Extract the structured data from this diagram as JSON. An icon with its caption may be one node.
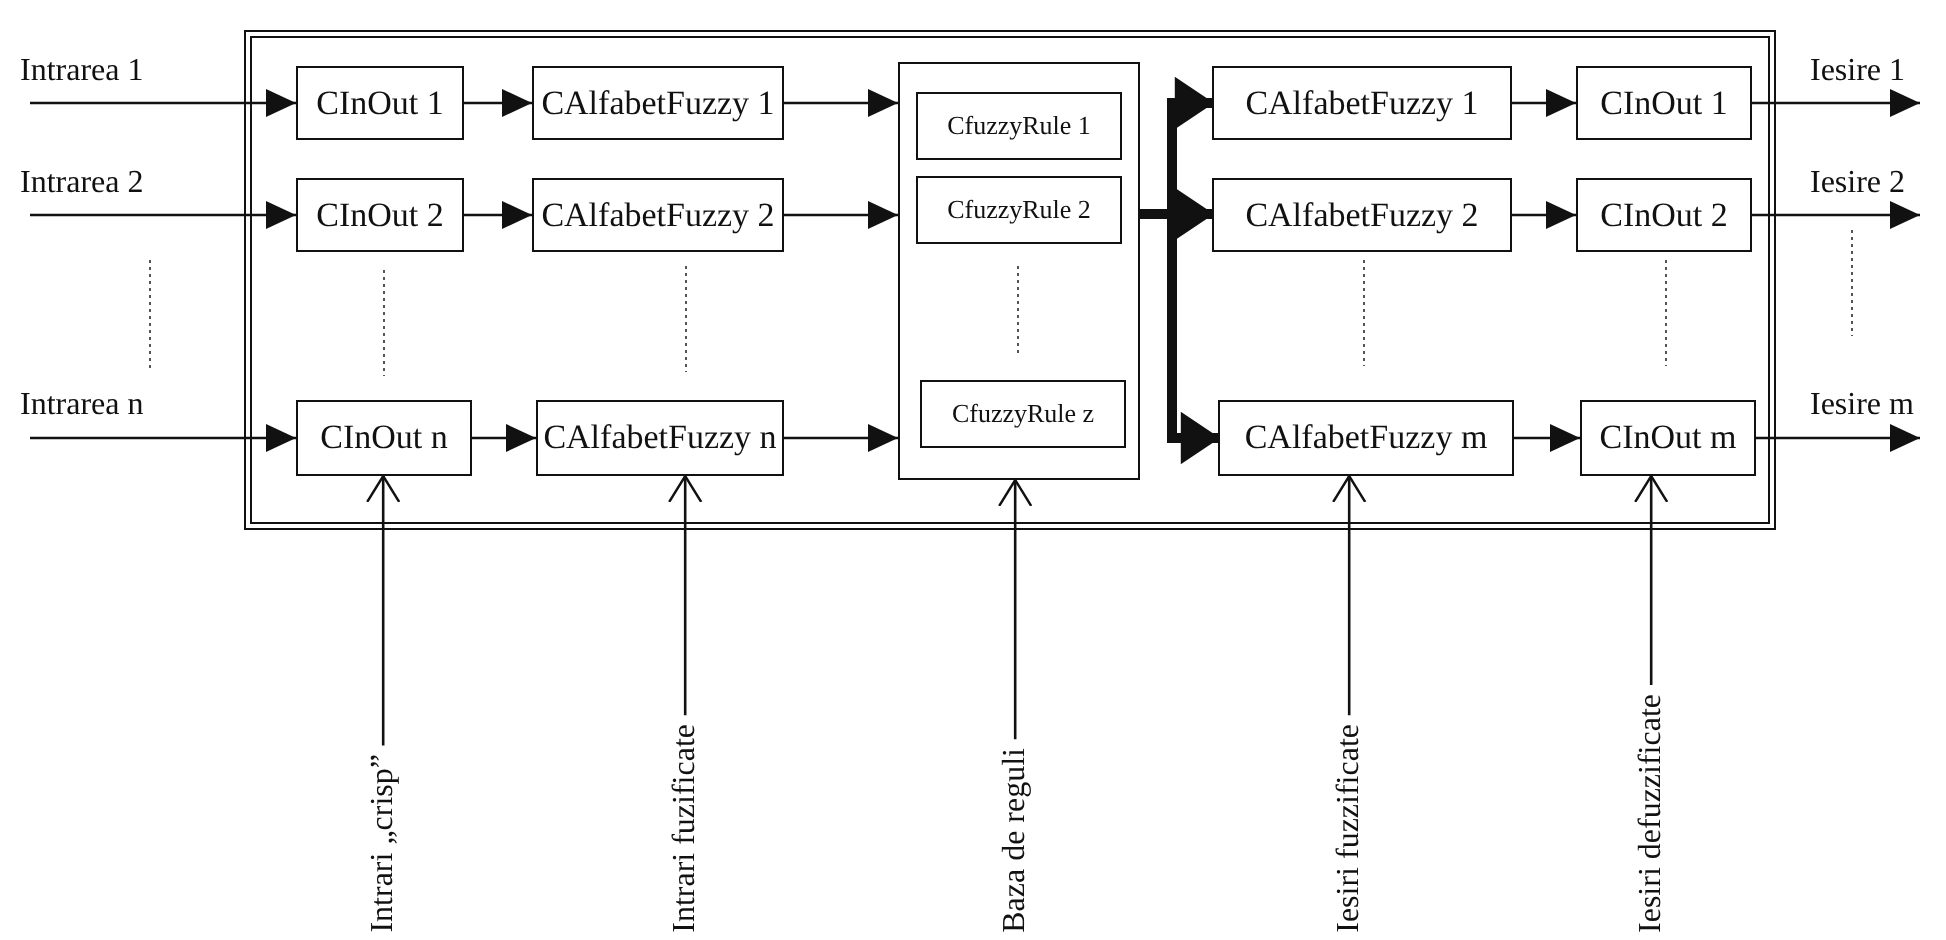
{
  "diagram": {
    "nodes": [
      {
        "text": [],
        "shape": "box"
      },
      {
        "text": [
          "CInOut 1"
        ],
        "in": 0
      },
      {
        "text": [
          "CAlfabetFuzzy 1"
        ],
        "in": 0
      },
      {
        "text": [],
        "shape": "box",
        "in": 0
      },
      {
        "text": [
          "CfuzzyRule 1"
        ],
        "in": 3
      },
      {
        "text": [
          "CAlfabetFuzzy 1"
        ],
        "in": 0
      },
      {
        "text": [
          "CInOut 1"
        ],
        "in": 0
      },
      {
        "text": [
          "CInOut 2"
        ],
        "in": 0
      },
      {
        "text": [
          "CAlfabetFuzzy 2"
        ],
        "in": 0
      },
      {
        "text": [
          "CfuzzyRule 2"
        ],
        "in": 3
      },
      {
        "text": [
          "CAlfabetFuzzy 2"
        ],
        "in": 0
      },
      {
        "text": [
          "CInOut 2"
        ],
        "in": 0
      },
      {
        "text": [
          "CInOut n"
        ],
        "in": 0
      },
      {
        "text": [
          "CAlfabetFuzzy n"
        ],
        "in": 0
      },
      {
        "text": [
          "CfuzzyRule z"
        ],
        "in": 3
      },
      {
        "text": [
          "CAlfabetFuzzy m"
        ],
        "in": 0
      },
      {
        "text": [
          "CInOut m"
        ],
        "in": 0
      },
      {
        "text": [
          "Intrari „crisp”"
        ]
      },
      {
        "text": [
          "Intrari fuzificate"
        ]
      },
      {
        "text": [
          "Baza de reguli"
        ]
      },
      {
        "text": [
          "Iesiri fuzzificate"
        ]
      },
      {
        "text": [
          "Iesiri defuzzificate"
        ]
      }
    ],
    "edges": [
      {
        "from": null,
        "to": 1,
        "arrow": "to",
        "label": "Intrarea 1"
      },
      {
        "from": 1,
        "to": 2,
        "arrow": "to"
      },
      {
        "from": 2,
        "to": 3,
        "arrow": "to"
      },
      {
        "from": 3,
        "to": 5,
        "arrow": "to",
        "style": "thick"
      },
      {
        "from": 5,
        "to": 6,
        "arrow": "to"
      },
      {
        "from": 6,
        "to": null,
        "arrow": "to",
        "label": "Iesire 1"
      },
      {
        "from": null,
        "to": 7,
        "arrow": "to",
        "label": "Intrarea 2"
      },
      {
        "from": 7,
        "to": 8,
        "arrow": "to"
      },
      {
        "from": 8,
        "to": 3,
        "arrow": "to"
      },
      {
        "from": 3,
        "to": 10,
        "arrow": "to",
        "style": "thick"
      },
      {
        "from": 10,
        "to": 11,
        "arrow": "to"
      },
      {
        "from": 11,
        "to": null,
        "arrow": "to",
        "label": "Iesire 2"
      },
      {
        "from": null,
        "to": 12,
        "arrow": "to",
        "label": "Intrarea n"
      },
      {
        "from": 12,
        "to": 13,
        "arrow": "to"
      },
      {
        "from": 13,
        "to": 3,
        "arrow": "to"
      },
      {
        "from": 3,
        "to": 15,
        "arrow": "to",
        "style": "thick"
      },
      {
        "from": 15,
        "to": 16,
        "arrow": "to"
      },
      {
        "from": 16,
        "to": null,
        "arrow": "to",
        "label": "Iesire m"
      },
      {
        "from": 17,
        "to": 12,
        "arrow": "to"
      },
      {
        "from": 18,
        "to": 13,
        "arrow": "to"
      },
      {
        "from": 19,
        "to": 3,
        "arrow": "to"
      },
      {
        "from": 20,
        "to": 15,
        "arrow": "to"
      },
      {
        "from": 21,
        "to": 16,
        "arrow": "to"
      }
    ]
  }
}
